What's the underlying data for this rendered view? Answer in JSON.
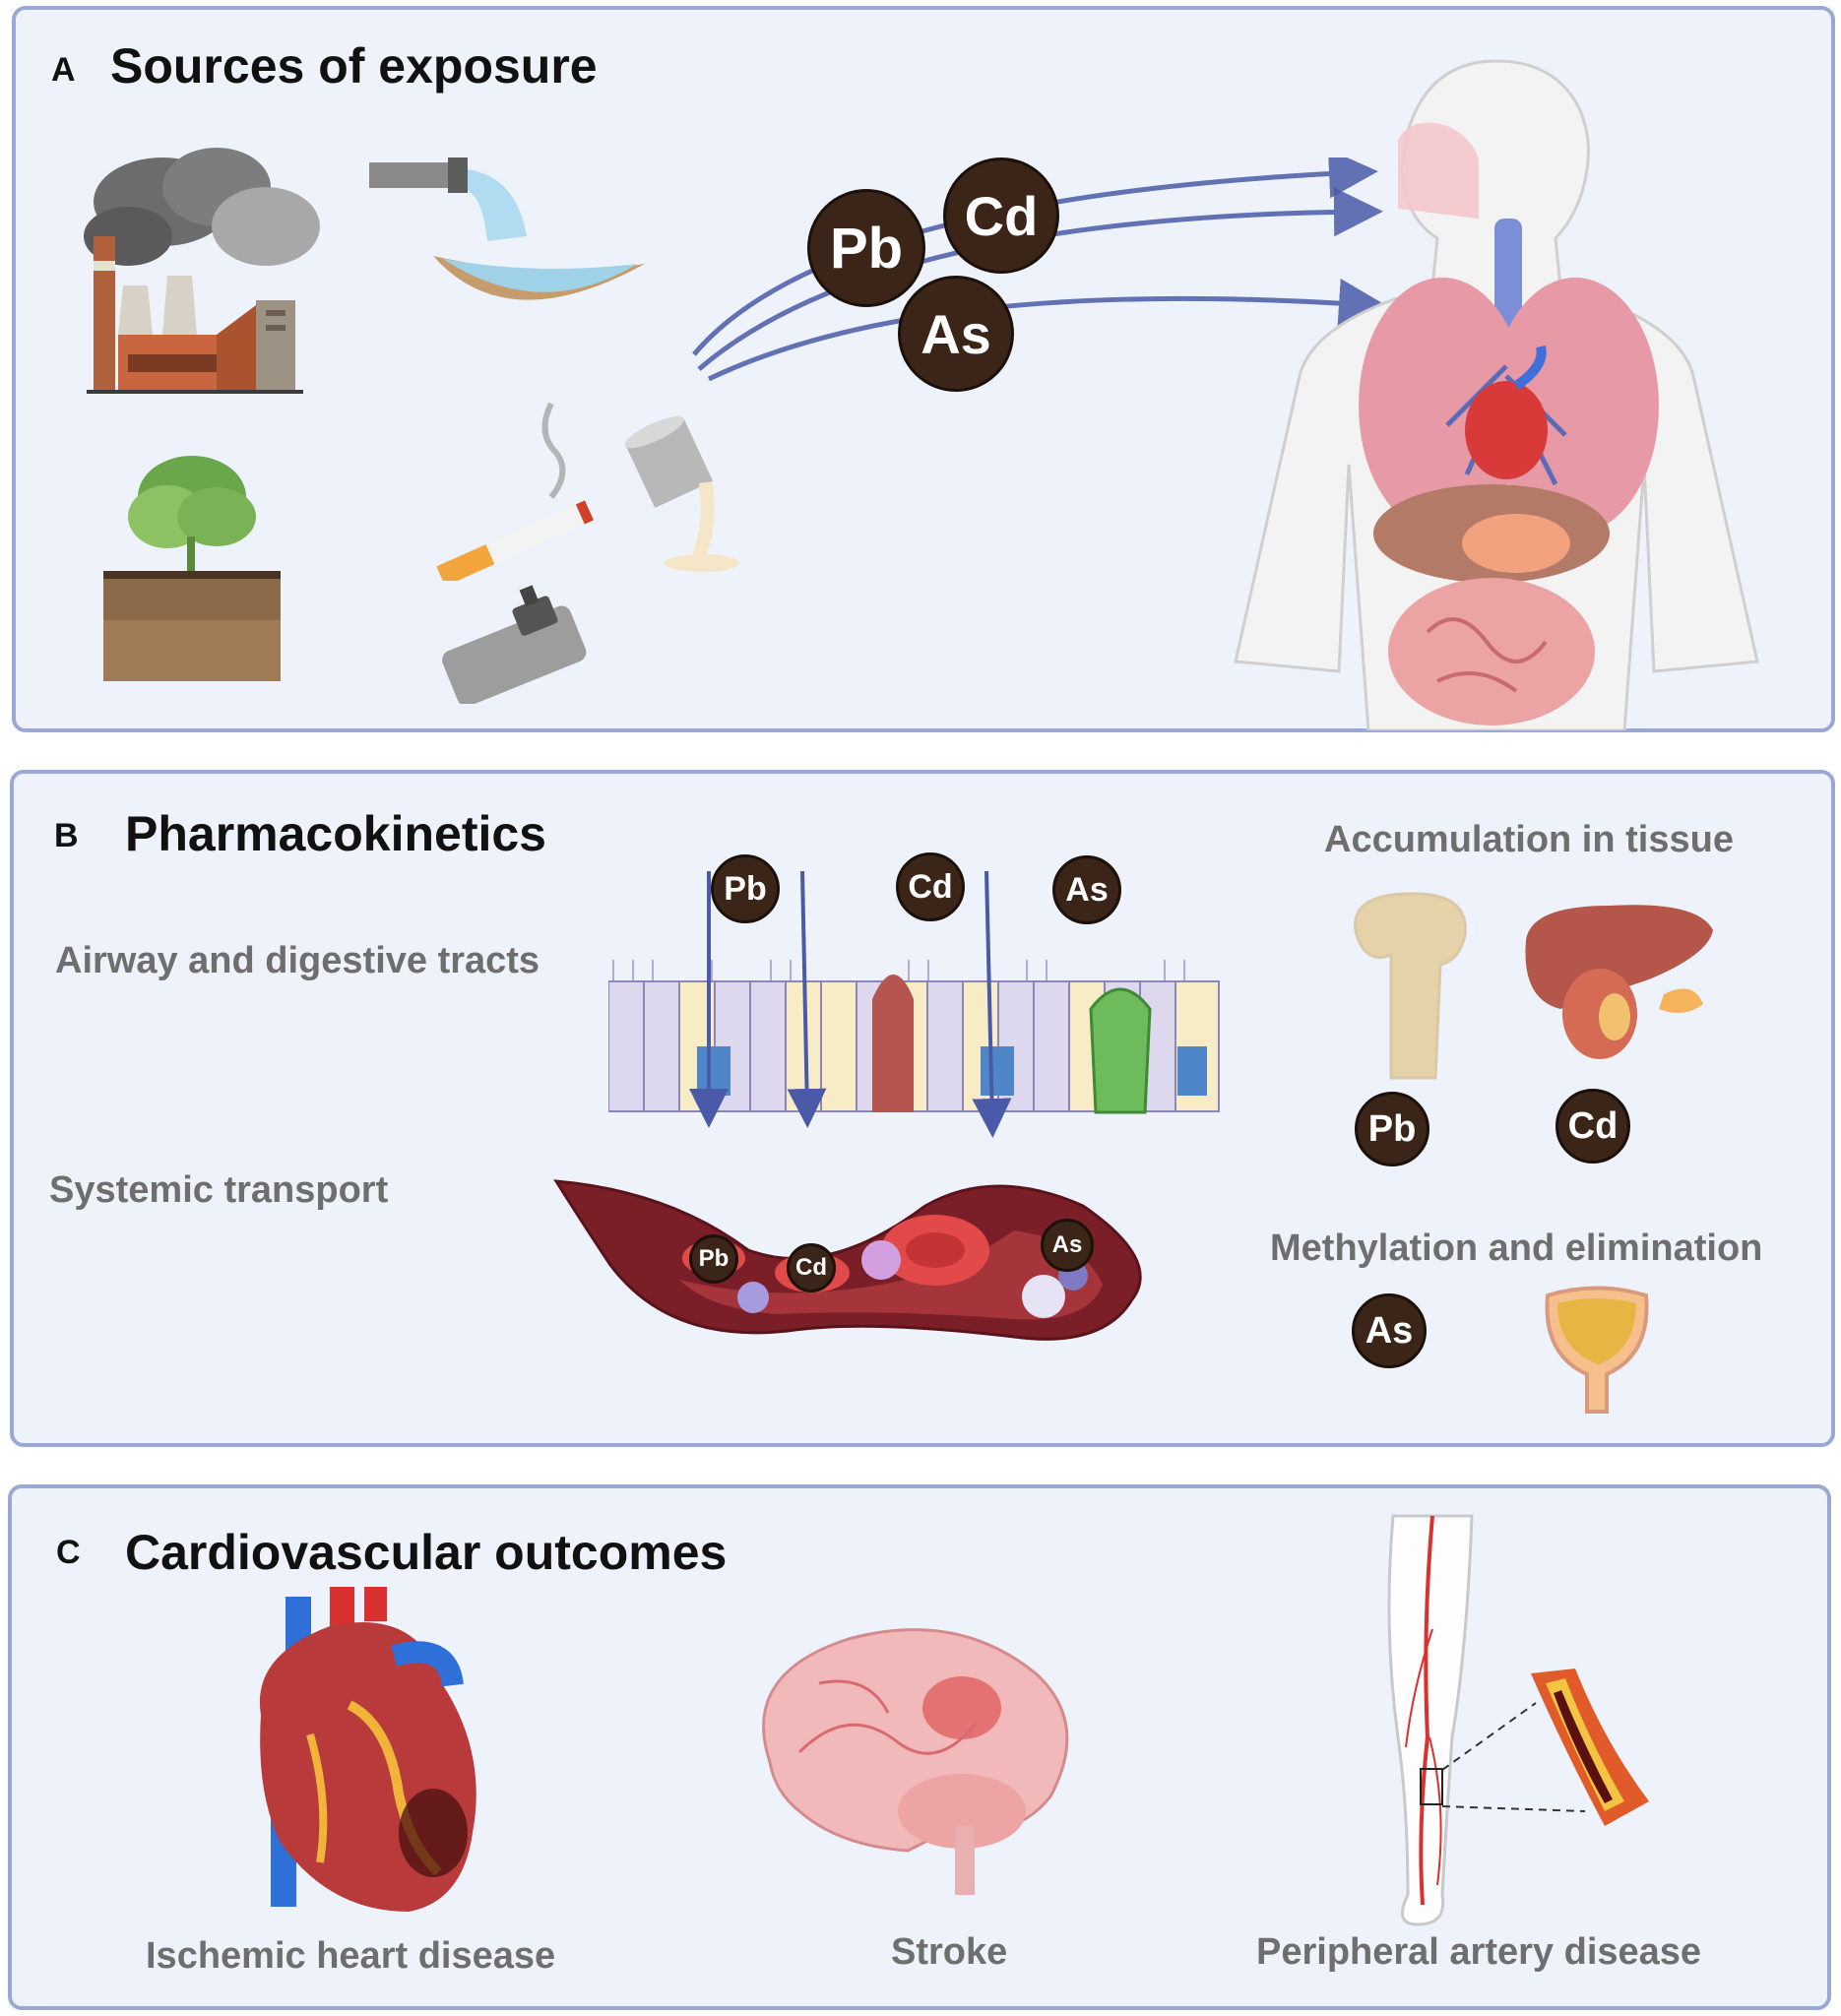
{
  "panels": {
    "a": {
      "letter": "A",
      "title": "Sources of exposure"
    },
    "b": {
      "letter": "B",
      "title": "Pharmacokinetics",
      "airway_label": "Airway and digestive tracts",
      "systemic_label": "Systemic transport",
      "accumulation_label": "Accumulation in tissue",
      "methylation_label": "Methylation and elimination"
    },
    "c": {
      "letter": "C",
      "title": "Cardiovascular outcomes",
      "outcomes": [
        "Ischemic heart disease",
        "Stroke",
        "Peripheral artery disease"
      ]
    }
  },
  "metals": {
    "pb": "Pb",
    "cd": "Cd",
    "as": "As"
  },
  "colors": {
    "panel_bg": "#eef3fb",
    "panel_border": "#9aa9d4",
    "metal_circle": "#3b2519",
    "arrow": "#4a5aa8",
    "label_gray": "#6e6e6e"
  },
  "icons": [
    "factory-icon",
    "pipe-water-icon",
    "plant-soil-icon",
    "cigarette-icon",
    "vape-icon",
    "paint-can-icon",
    "human-body-icon",
    "epithelium-icon",
    "blood-vessel-icon",
    "bone-icon",
    "liver-kidney-icon",
    "bladder-icon",
    "heart-icon",
    "brain-icon",
    "leg-artery-icon",
    "plaque-artery-icon"
  ]
}
